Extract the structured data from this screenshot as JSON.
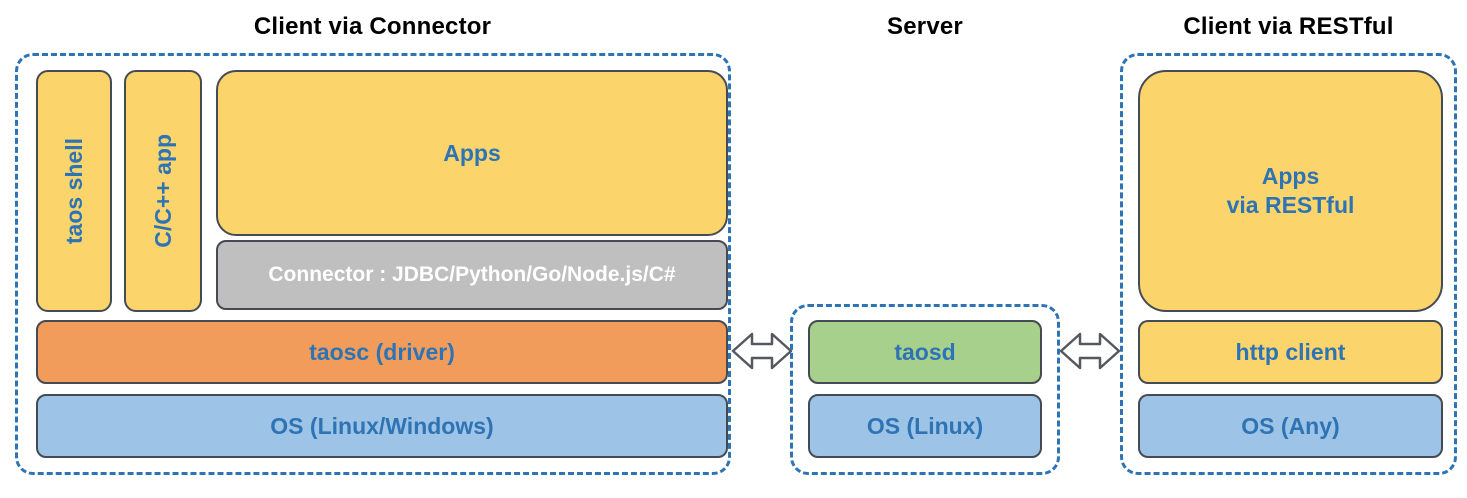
{
  "sections": {
    "client_connector": {
      "title": "Client via Connector",
      "taos_shell": "taos shell",
      "c_cpp_app": "C/C++ app",
      "apps": "Apps",
      "connector": "Connector : JDBC/Python/Go/Node.js/C#",
      "taosc": "taosc (driver)",
      "os": "OS (Linux/Windows)"
    },
    "server": {
      "title": "Server",
      "taosd": "taosd",
      "os": "OS (Linux)"
    },
    "client_restful": {
      "title": "Client via RESTful",
      "apps": "Apps\nvia RESTful",
      "http_client": "http client",
      "os": "OS (Any)"
    }
  },
  "icons": {
    "left_link": "bidirectional-arrow",
    "right_link": "bidirectional-arrow"
  },
  "colors": {
    "yellow_block": "#FBD46C",
    "gray_block": "#BFBFBF",
    "orange_block": "#F19C5B",
    "blue_block": "#9DC3E6",
    "green_block": "#A8D08D",
    "block_border": "#454B54",
    "dashed_border": "#2E74B5",
    "label_blue": "#2E74B5",
    "connector_text": "#FFFFFF",
    "title_text": "#000000"
  }
}
